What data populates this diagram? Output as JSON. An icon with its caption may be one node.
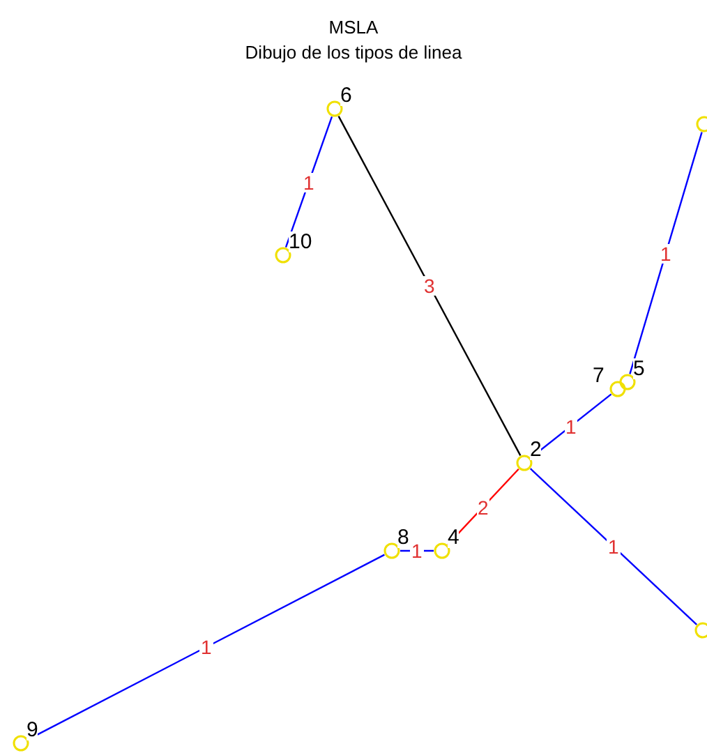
{
  "diagram": {
    "title": "MSLA",
    "nodes": [
      {
        "text": [
          "6"
        ]
      },
      {
        "text": [],
        "shape": "circle"
      },
      {
        "text": [
          "10"
        ]
      },
      {
        "text": [
          "7"
        ]
      },
      {
        "text": [
          "5"
        ]
      },
      {
        "text": [
          "2"
        ]
      },
      {
        "text": [
          "8"
        ]
      },
      {
        "text": [
          "4"
        ]
      },
      {
        "text": [],
        "shape": "circle"
      },
      {
        "text": [
          "9"
        ]
      }
    ],
    "edges": [
      {
        "from": 2,
        "to": 0,
        "arrow": "none",
        "label": "1"
      },
      {
        "from": 0,
        "to": 5,
        "arrow": "none",
        "label": "3",
        "color": "#000000"
      },
      {
        "from": 1,
        "to": 4,
        "arrow": "none",
        "label": "1"
      },
      {
        "from": 5,
        "to": 3,
        "arrow": "none",
        "label": "1"
      },
      {
        "from": 5,
        "to": 7,
        "arrow": "none",
        "label": "2",
        "color": "#ff0000"
      },
      {
        "from": 7,
        "to": 6,
        "arrow": "none",
        "label": "1"
      },
      {
        "from": 6,
        "to": 9,
        "arrow": "none",
        "label": "1"
      },
      {
        "from": 5,
        "to": 8,
        "arrow": "none",
        "label": "1"
      }
    ],
    "labels": [
      "Dibujo de los tipos de linea"
    ]
  }
}
